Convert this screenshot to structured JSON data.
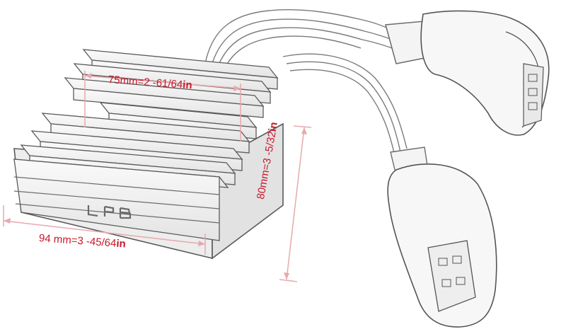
{
  "product": {
    "brand_mark": "LPB"
  },
  "dimensions": {
    "length": {
      "value": "75mm=2 -61/64",
      "unit": "in"
    },
    "width": {
      "value": "94 mm=3 -45/64",
      "unit": "in"
    },
    "height": {
      "value": "80mm=3 -5/32",
      "unit": "in"
    }
  },
  "colors": {
    "dimension_line": "#e7a9ae",
    "dimension_text": "#c8182a",
    "outline": "#6b6b6b"
  }
}
